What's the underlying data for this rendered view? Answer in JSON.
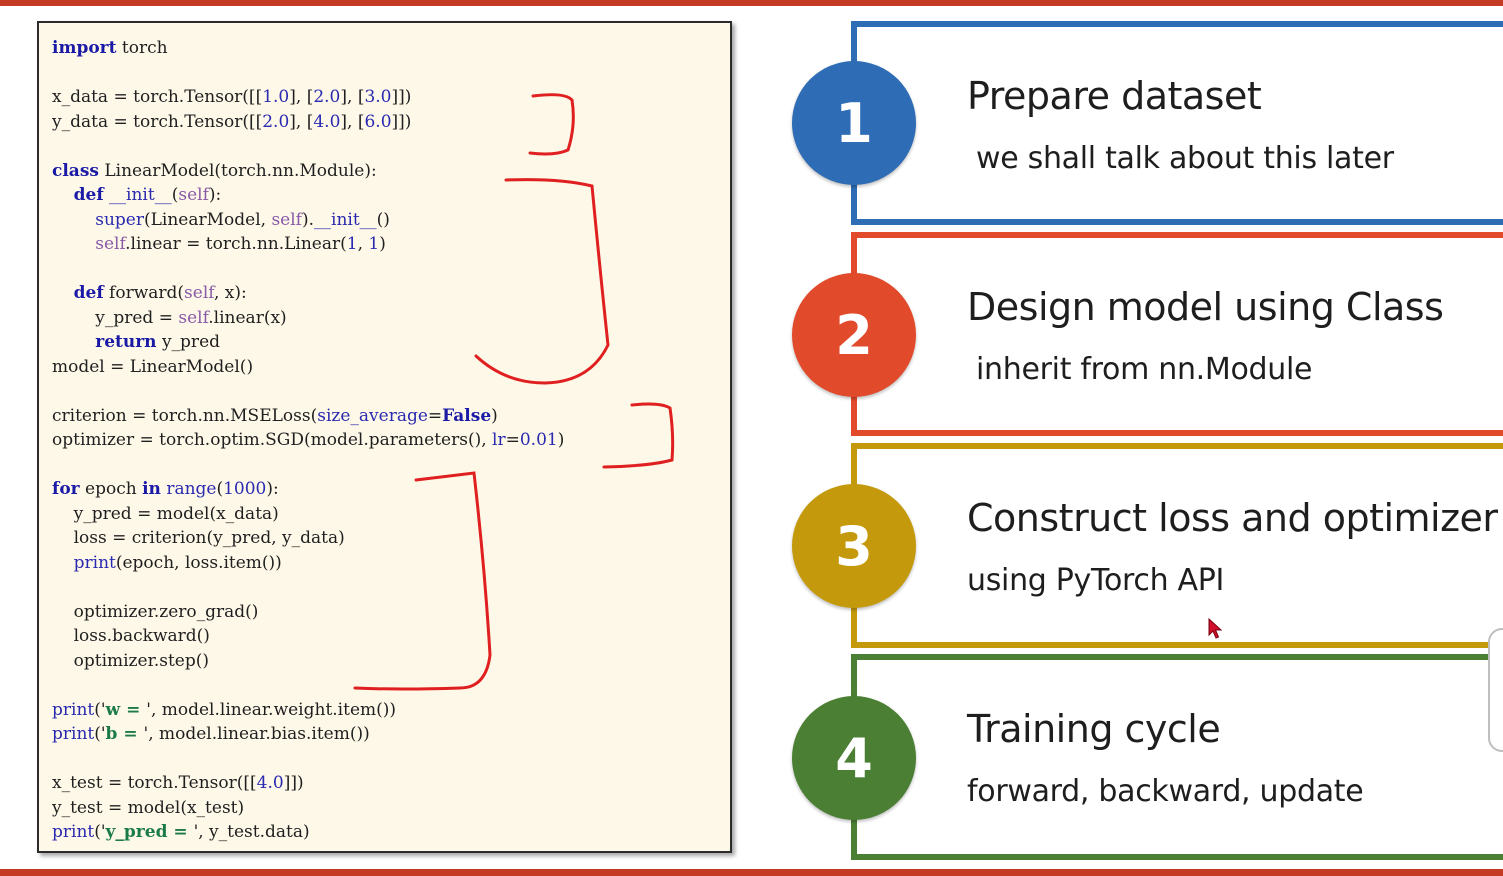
{
  "code": {
    "lines": [
      [
        {
          "t": "import",
          "c": "kw"
        },
        {
          "t": " torch",
          "c": ""
        }
      ],
      [],
      [
        {
          "t": "x_data = torch.Tensor([[",
          "c": ""
        },
        {
          "t": "1.0",
          "c": "nm"
        },
        {
          "t": "], [",
          "c": ""
        },
        {
          "t": "2.0",
          "c": "nm"
        },
        {
          "t": "], [",
          "c": ""
        },
        {
          "t": "3.0",
          "c": "nm"
        },
        {
          "t": "]])",
          "c": ""
        }
      ],
      [
        {
          "t": "y_data = torch.Tensor([[",
          "c": ""
        },
        {
          "t": "2.0",
          "c": "nm"
        },
        {
          "t": "], [",
          "c": ""
        },
        {
          "t": "4.0",
          "c": "nm"
        },
        {
          "t": "], [",
          "c": ""
        },
        {
          "t": "6.0",
          "c": "nm"
        },
        {
          "t": "]])",
          "c": ""
        }
      ],
      [],
      [
        {
          "t": "class",
          "c": "kw"
        },
        {
          "t": " LinearModel(torch.nn.Module):",
          "c": ""
        }
      ],
      [
        {
          "t": "    ",
          "c": ""
        },
        {
          "t": "def",
          "c": "kw"
        },
        {
          "t": " ",
          "c": ""
        },
        {
          "t": "__init__",
          "c": "bi"
        },
        {
          "t": "(",
          "c": ""
        },
        {
          "t": "self",
          "c": "sf"
        },
        {
          "t": "):",
          "c": ""
        }
      ],
      [
        {
          "t": "        ",
          "c": ""
        },
        {
          "t": "super",
          "c": "bi"
        },
        {
          "t": "(LinearModel, ",
          "c": ""
        },
        {
          "t": "self",
          "c": "sf"
        },
        {
          "t": ").",
          "c": ""
        },
        {
          "t": "__init__",
          "c": "bi"
        },
        {
          "t": "()",
          "c": ""
        }
      ],
      [
        {
          "t": "        ",
          "c": ""
        },
        {
          "t": "self",
          "c": "sf"
        },
        {
          "t": ".linear = torch.nn.Linear(",
          "c": ""
        },
        {
          "t": "1",
          "c": "nm"
        },
        {
          "t": ", ",
          "c": ""
        },
        {
          "t": "1",
          "c": "nm"
        },
        {
          "t": ")",
          "c": ""
        }
      ],
      [],
      [
        {
          "t": "    ",
          "c": ""
        },
        {
          "t": "def",
          "c": "kw"
        },
        {
          "t": " forward(",
          "c": ""
        },
        {
          "t": "self",
          "c": "sf"
        },
        {
          "t": ", x):",
          "c": ""
        }
      ],
      [
        {
          "t": "        y_pred = ",
          "c": ""
        },
        {
          "t": "self",
          "c": "sf"
        },
        {
          "t": ".linear(x)",
          "c": ""
        }
      ],
      [
        {
          "t": "        ",
          "c": ""
        },
        {
          "t": "return",
          "c": "kw"
        },
        {
          "t": " y_pred",
          "c": ""
        }
      ],
      [
        {
          "t": "model = LinearModel()",
          "c": ""
        }
      ],
      [],
      [
        {
          "t": "criterion = torch.nn.MSELoss(",
          "c": ""
        },
        {
          "t": "size_average",
          "c": "bi"
        },
        {
          "t": "=",
          "c": ""
        },
        {
          "t": "False",
          "c": "kw"
        },
        {
          "t": ")",
          "c": ""
        }
      ],
      [
        {
          "t": "optimizer = torch.optim.SGD(model.parameters(), ",
          "c": ""
        },
        {
          "t": "lr",
          "c": "bi"
        },
        {
          "t": "=",
          "c": ""
        },
        {
          "t": "0.01",
          "c": "nm"
        },
        {
          "t": ")",
          "c": ""
        }
      ],
      [],
      [
        {
          "t": "for",
          "c": "kw"
        },
        {
          "t": " epoch ",
          "c": ""
        },
        {
          "t": "in",
          "c": "kw"
        },
        {
          "t": " ",
          "c": ""
        },
        {
          "t": "range",
          "c": "bi"
        },
        {
          "t": "(",
          "c": ""
        },
        {
          "t": "1000",
          "c": "nm"
        },
        {
          "t": "):",
          "c": ""
        }
      ],
      [
        {
          "t": "    y_pred = model(x_data)",
          "c": ""
        }
      ],
      [
        {
          "t": "    loss = criterion(y_pred, y_data)",
          "c": ""
        }
      ],
      [
        {
          "t": "    ",
          "c": ""
        },
        {
          "t": "print",
          "c": "bi"
        },
        {
          "t": "(epoch, loss.item())",
          "c": ""
        }
      ],
      [],
      [
        {
          "t": "    optimizer.zero_grad()",
          "c": ""
        }
      ],
      [
        {
          "t": "    loss.backward()",
          "c": ""
        }
      ],
      [
        {
          "t": "    optimizer.step()",
          "c": ""
        }
      ],
      [],
      [
        {
          "t": "print",
          "c": "bi"
        },
        {
          "t": "('",
          "c": ""
        },
        {
          "t": "w = ",
          "c": "st"
        },
        {
          "t": "', model.linear.weight.item())",
          "c": ""
        }
      ],
      [
        {
          "t": "print",
          "c": "bi"
        },
        {
          "t": "('",
          "c": ""
        },
        {
          "t": "b = ",
          "c": "st"
        },
        {
          "t": "', model.linear.bias.item())",
          "c": ""
        }
      ],
      [],
      [
        {
          "t": "x_test = torch.Tensor([[",
          "c": ""
        },
        {
          "t": "4.0",
          "c": "nm"
        },
        {
          "t": "]])",
          "c": ""
        }
      ],
      [
        {
          "t": "y_test = model(x_test)",
          "c": ""
        }
      ],
      [
        {
          "t": "print",
          "c": "bi"
        },
        {
          "t": "('",
          "c": ""
        },
        {
          "t": "y_pred = ",
          "c": "st"
        },
        {
          "t": "', y_test.data)",
          "c": ""
        }
      ]
    ]
  },
  "colors": {
    "step1": "#2e6db5",
    "step2": "#e24a2c",
    "step3": "#c49a0c",
    "step4": "#4b7f33",
    "bracket": "#e02020",
    "frame": "#c43a23"
  },
  "steps": [
    {
      "number": "1",
      "title": "Prepare dataset",
      "subtitle": "we shall talk about this later"
    },
    {
      "number": "2",
      "title": "Design model using Class",
      "subtitle": "inherit from nn.Module"
    },
    {
      "number": "3",
      "title": "Construct loss and optimizer",
      "subtitle": "using PyTorch API"
    },
    {
      "number": "4",
      "title": "Training cycle",
      "subtitle": "forward, backward, update"
    }
  ]
}
